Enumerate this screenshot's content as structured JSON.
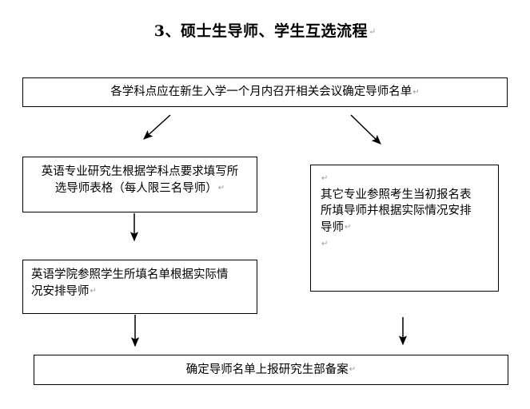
{
  "document": {
    "title": "3、硕士生导师、学生互选流程",
    "title_pilcrow": "↵",
    "background_color": "#ffffff",
    "line_color": "#000000",
    "pilcrow_color": "#9a9a9a"
  },
  "flowchart": {
    "type": "flowchart",
    "orientation": "top-down",
    "nodes": [
      {
        "id": "node-top",
        "name": "process-define-advisor-list",
        "text": "各学科点应在新生入学一个月内召开相关会议确定导师名单",
        "pilcrow": "↵",
        "align": "center"
      },
      {
        "id": "node-left1",
        "name": "process-english-major-students-fill-form",
        "line1": "英语专业研究生根据学科点要求填写所",
        "line2": "选导师表格（每人限三名导师）",
        "pilcrow": "↵",
        "align": "center"
      },
      {
        "id": "node-left2",
        "name": "process-english-college-assign-advisor",
        "line1": "英语学院参照学生所填名单根据实际情",
        "line2": "况安排导师",
        "pilcrow": "↵",
        "align": "left"
      },
      {
        "id": "node-right",
        "name": "process-other-majors-reference-registration-form",
        "lead_pilcrow": "↵",
        "line1": "其它专业参照考生当初报名表",
        "line2": "所填导师并根据实际情况安排",
        "line3": "导师",
        "pilcrow": "↵",
        "trailing_pilcrow": "↵",
        "align": "left"
      },
      {
        "id": "node-bottom",
        "name": "process-submit-list-to-graduate-department",
        "text": "确定导师名单上报研究生部备案",
        "pilcrow": "↵",
        "align": "center"
      }
    ],
    "edges": [
      {
        "name": "edge-top-to-left1",
        "from": "node-top",
        "to": "node-left1",
        "style": "diagonal-down-left"
      },
      {
        "name": "edge-top-to-right",
        "from": "node-top",
        "to": "node-right",
        "style": "diagonal-down-right"
      },
      {
        "name": "edge-left1-to-left2",
        "from": "node-left1",
        "to": "node-left2",
        "style": "vertical"
      },
      {
        "name": "edge-left2-to-bottom",
        "from": "node-left2",
        "to": "node-bottom",
        "style": "vertical"
      },
      {
        "name": "edge-right-to-bottom",
        "from": "node-right",
        "to": "node-bottom",
        "style": "vertical"
      }
    ]
  }
}
